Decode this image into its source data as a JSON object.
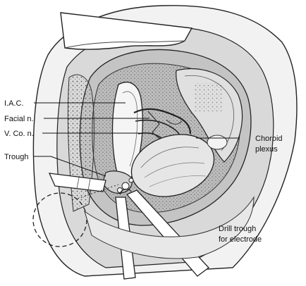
{
  "labels": {
    "iac": "I.A.C.",
    "facial": "Facial n.",
    "vco": "V. Co. n.",
    "trough": "Trough",
    "choroid_line1": "Choroid",
    "choroid_line2": "plexus",
    "drill_line1": "Drill trough",
    "drill_line2": "for electrode"
  }
}
